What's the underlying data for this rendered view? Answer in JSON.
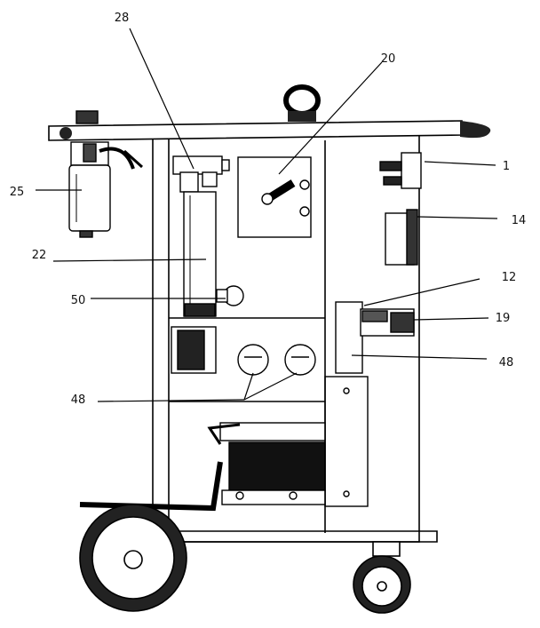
{
  "labels": {
    "l1": "1",
    "l12": "12",
    "l14": "14",
    "l19": "19",
    "l20": "20",
    "l22": "22",
    "l25": "25",
    "l28": "28",
    "l48a": "48",
    "l48b": "48",
    "l50": "50"
  }
}
